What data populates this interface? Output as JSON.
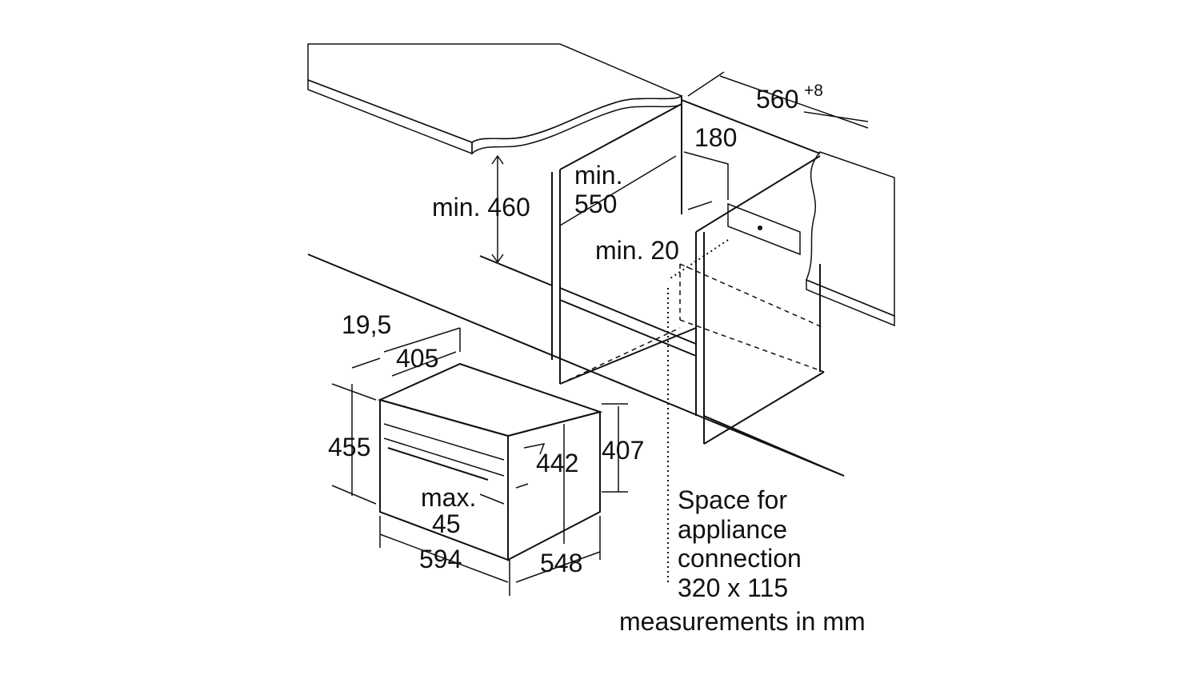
{
  "dimensions": {
    "niche_width": "560",
    "niche_width_tolerance": "+8",
    "connection_offset": "180",
    "min_depth_prefix": "min.",
    "min_depth": "550",
    "min_height": "min. 460",
    "min_gap": "min. 20",
    "front_panel": "19,5",
    "top_depth": "405",
    "total_height": "455",
    "door_height": "442",
    "body_height": "407",
    "handle_prefix": "max.",
    "handle_depth": "45",
    "width": "594",
    "depth": "548"
  },
  "note": {
    "lines": [
      "Space for",
      "appliance",
      "connection",
      "320 x 115"
    ],
    "units": "measurements in mm"
  },
  "colors": {
    "countertop": "#e4e4e4",
    "line": "#111111"
  }
}
